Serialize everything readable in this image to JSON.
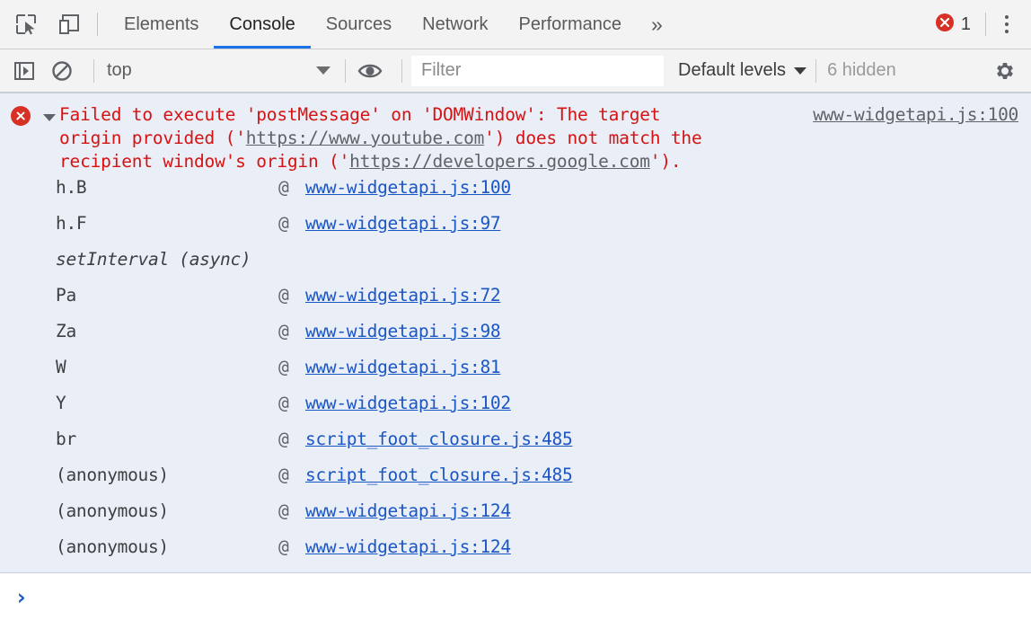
{
  "tabbar": {
    "icons": [
      {
        "name": "inspect-element-icon",
        "label": "Inspect element"
      },
      {
        "name": "device-toolbar-icon",
        "label": "Toggle device toolbar"
      }
    ],
    "tabs": [
      {
        "label": "Elements",
        "active": false
      },
      {
        "label": "Console",
        "active": true
      },
      {
        "label": "Sources",
        "active": false
      },
      {
        "label": "Network",
        "active": false
      },
      {
        "label": "Performance",
        "active": false
      }
    ],
    "more_tabs_label": "»",
    "error_badge": {
      "icon": "error-circle-icon",
      "count": "1"
    },
    "menu_label": "Customize and control DevTools"
  },
  "filterbar": {
    "sidebar_toggle_label": "Show console sidebar",
    "clear_label": "Clear console",
    "context": {
      "value": "top",
      "caret": "▼"
    },
    "eye_label": "Create live expression",
    "filter": {
      "placeholder": "Filter",
      "value": ""
    },
    "levels": {
      "label": "Default levels",
      "caret": "▼"
    },
    "hidden": "6 hidden",
    "settings_label": "Settings"
  },
  "console": {
    "message": {
      "icon": "error-circle-icon",
      "expanded": true,
      "parts": [
        {
          "type": "text",
          "text": "Failed to execute 'postMessage' on 'DOMWindow': The target origin provided ('"
        },
        {
          "type": "url",
          "text": "https://www.youtube.com"
        },
        {
          "type": "text",
          "text": "') does not match the recipient window's origin ('"
        },
        {
          "type": "url",
          "text": "https://developers.google.com"
        },
        {
          "type": "text",
          "text": "')."
        }
      ],
      "full_text": "Failed to execute 'postMessage' on 'DOMWindow': The target origin provided ('https://www.youtube.com') does not match the recipient window's origin ('https://developers.google.com').",
      "source_link": "www-widgetapi.js:100"
    },
    "stack_frames": [
      {
        "fn": "h.B",
        "at": "@",
        "link": "www-widgetapi.js:100",
        "async": false
      },
      {
        "fn": "h.F",
        "at": "@",
        "link": "www-widgetapi.js:97",
        "async": false
      },
      {
        "fn": "setInterval (async)",
        "at": "",
        "link": "",
        "async": true
      },
      {
        "fn": "Pa",
        "at": "@",
        "link": "www-widgetapi.js:72",
        "async": false
      },
      {
        "fn": "Za",
        "at": "@",
        "link": "www-widgetapi.js:98",
        "async": false
      },
      {
        "fn": "W",
        "at": "@",
        "link": "www-widgetapi.js:81",
        "async": false
      },
      {
        "fn": "Y",
        "at": "@",
        "link": "www-widgetapi.js:102",
        "async": false
      },
      {
        "fn": "br",
        "at": "@",
        "link": "script_foot_closure.js:485",
        "async": false
      },
      {
        "fn": "(anonymous)",
        "at": "@",
        "link": "script_foot_closure.js:485",
        "async": false
      },
      {
        "fn": "(anonymous)",
        "at": "@",
        "link": "www-widgetapi.js:124",
        "async": false
      },
      {
        "fn": "(anonymous)",
        "at": "@",
        "link": "www-widgetapi.js:124",
        "async": false
      }
    ]
  },
  "prompt": {
    "chevron": "›",
    "value": ""
  },
  "colors": {
    "toolbar_bg": "#f3f3f3",
    "error_row_bg": "#eaeef7",
    "error_text": "#d51313",
    "error_icon": "#d93025",
    "link_blue": "#1a56c4",
    "active_tab_underline": "#1a73e8",
    "muted_text": "#5f6368"
  }
}
